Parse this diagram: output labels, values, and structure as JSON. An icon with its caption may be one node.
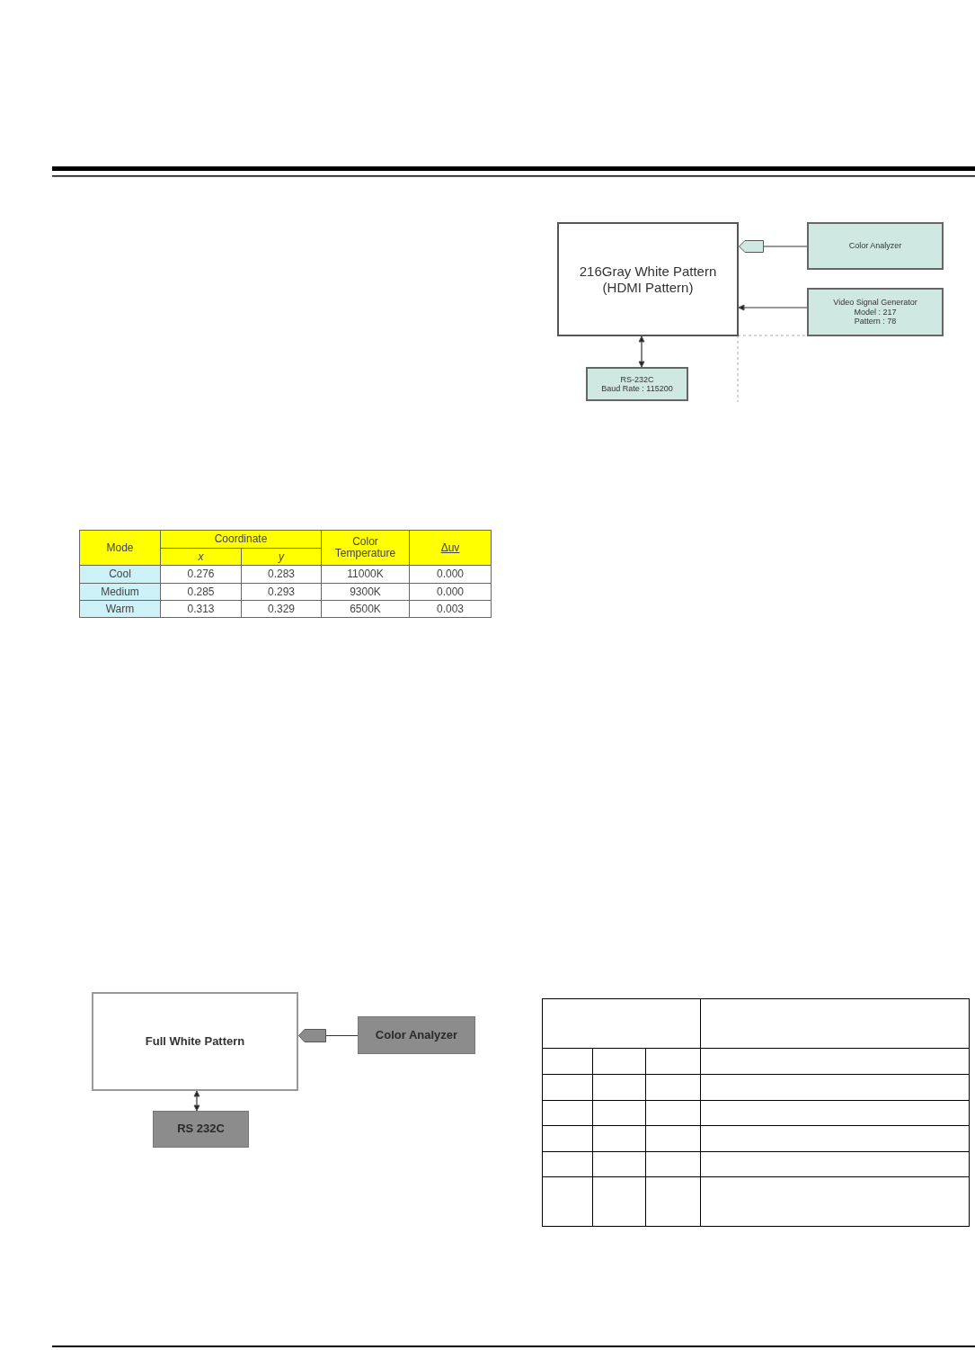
{
  "diagram": {
    "nodes": [
      {
        "text": [
          "216Gray White Pattern (HDMI Pattern)"
        ]
      },
      {
        "text": [
          "Color Analyzer"
        ]
      },
      {
        "text": [
          "Video Signal Generator",
          "Model : 217",
          "Pattern : 78"
        ]
      },
      {
        "text": [
          "RS-232C",
          "Baud Rate : 115200"
        ]
      },
      {
        "text": [
          "Full White Pattern"
        ]
      },
      {
        "text": [
          "Color Analyzer"
        ]
      },
      {
        "text": [
          "RS 232C"
        ]
      },
      {
        "text": [],
        "shape": "probe"
      },
      {
        "text": [],
        "shape": "probe"
      }
    ],
    "edges": [
      {
        "from": 1,
        "to": 7,
        "arrow": "none"
      },
      {
        "from": 2,
        "to": 0,
        "arrow": "to"
      },
      {
        "from": 0,
        "to": 3,
        "arrow": "both"
      },
      {
        "from": 5,
        "to": 8,
        "arrow": "none"
      },
      {
        "from": 4,
        "to": 6,
        "arrow": "both"
      }
    ],
    "labels": [
      "Mode",
      "Coordinate",
      "Color Temperature",
      "Δuv",
      "x",
      "y",
      "Cool",
      "0.276",
      "0.283",
      "11000K",
      "0.000",
      "Medium",
      "0.285",
      "0.293",
      "9300K",
      "0.000",
      "Warm",
      "0.313",
      "0.329",
      "6500K",
      "0.003"
    ]
  }
}
